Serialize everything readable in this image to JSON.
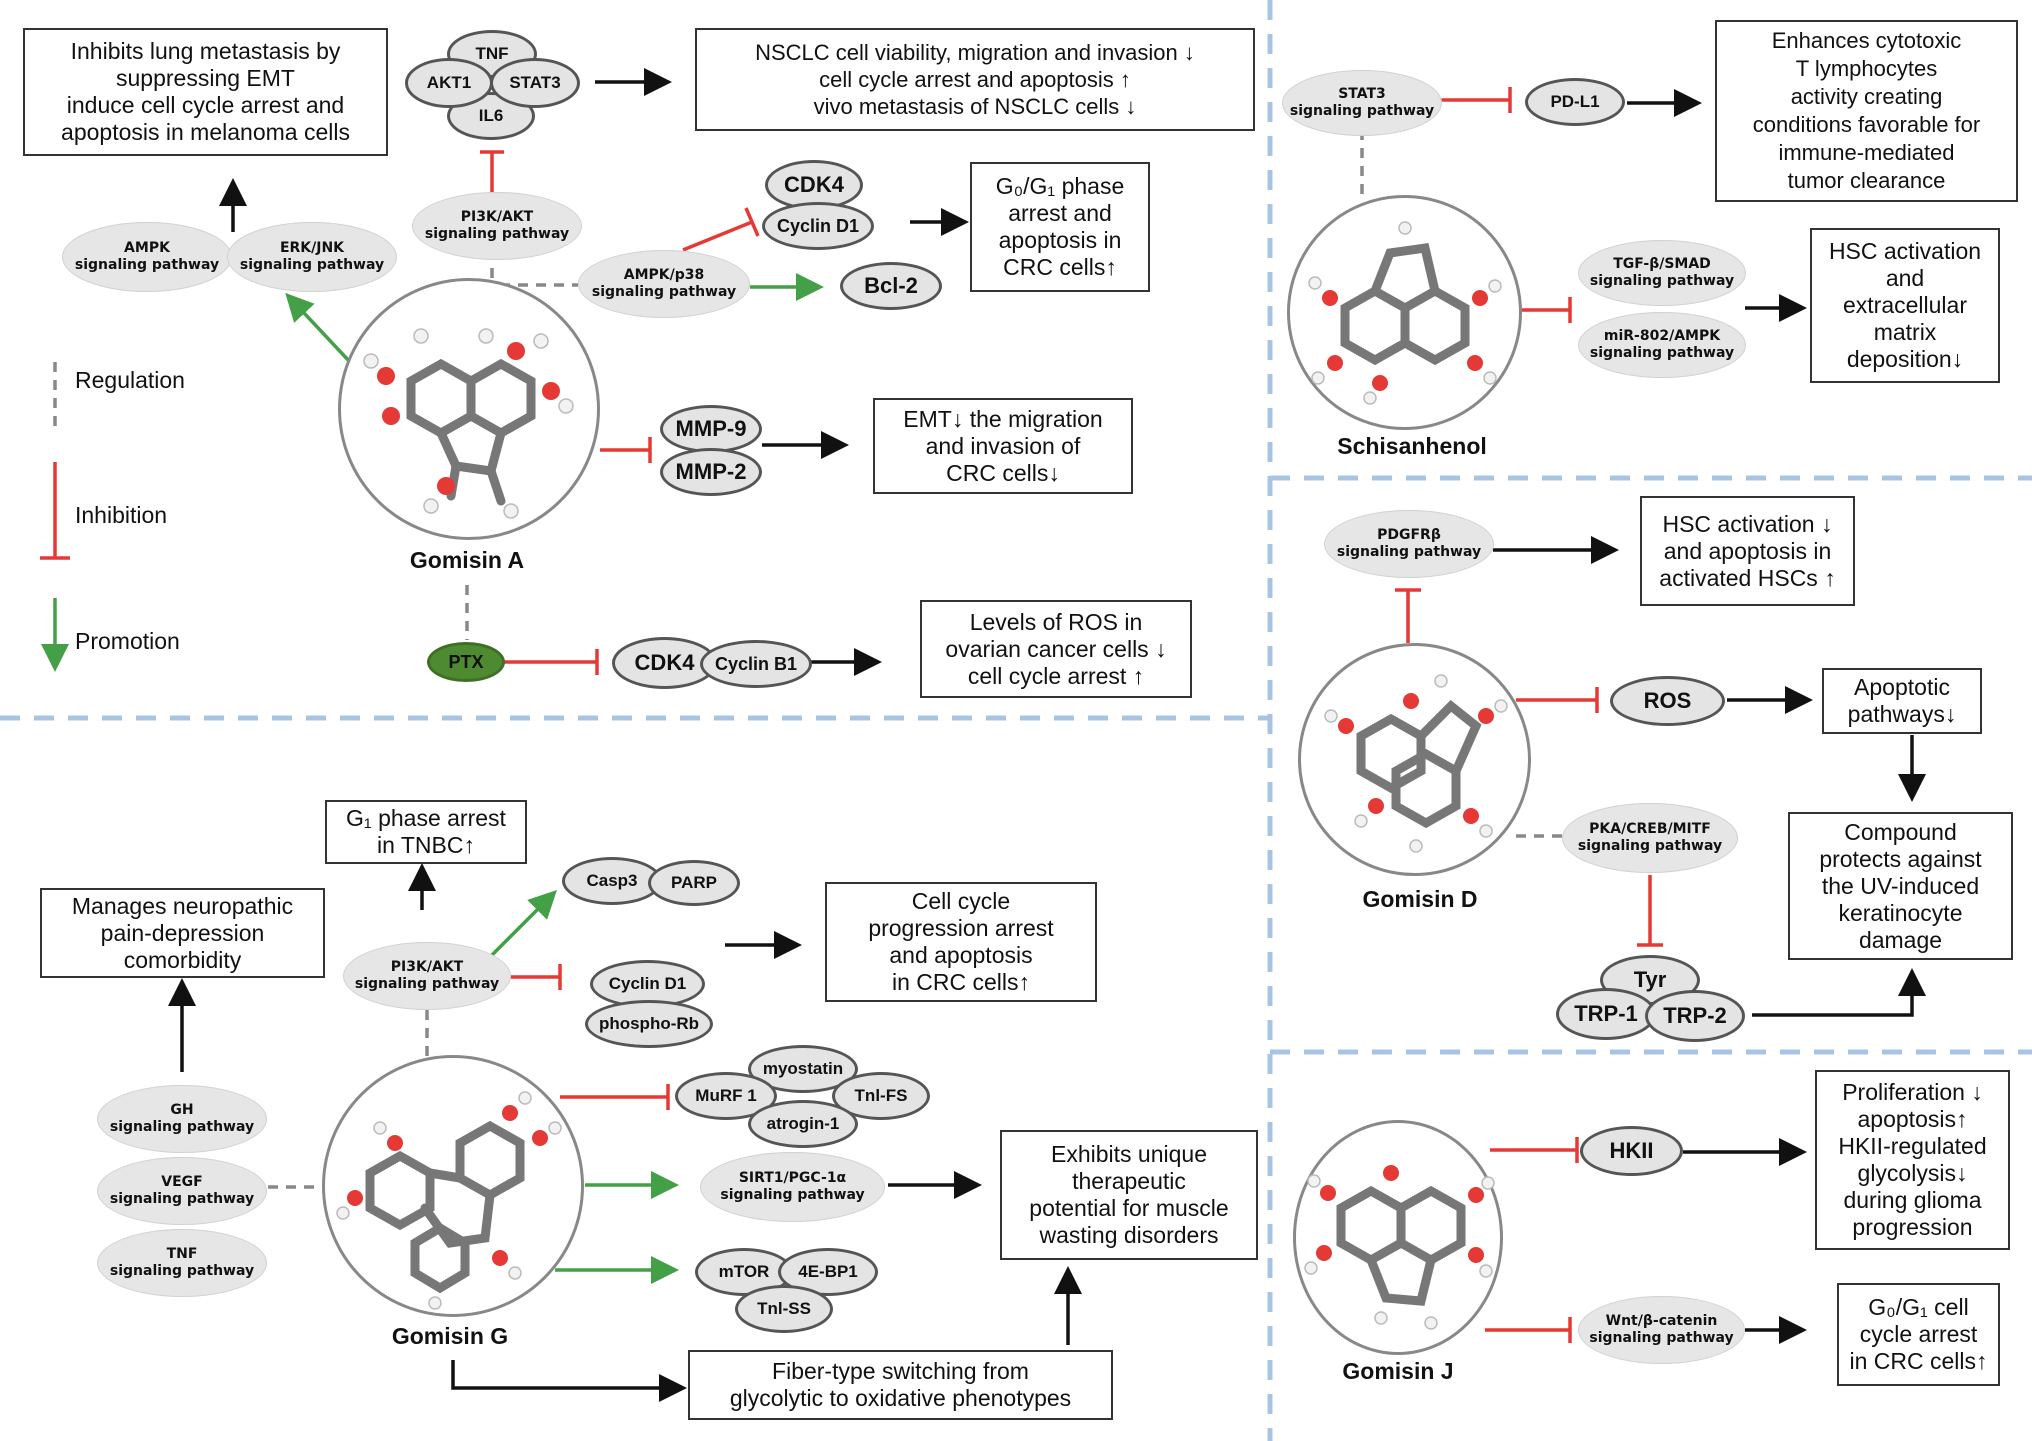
{
  "legend": {
    "regulation": "Regulation",
    "inhibition": "Inhibition",
    "promotion": "Promotion"
  },
  "colors": {
    "inhibition": "#e53935",
    "promotion": "#43a047",
    "regulation": "#888888",
    "divider": "#a8c4e4"
  },
  "gomisin_a": {
    "label": "Gomisin A",
    "box_melanoma": [
      "Inhibits lung metastasis by",
      "suppressing EMT",
      "induce cell cycle arrest and",
      "apoptosis in melanoma cells"
    ],
    "ampk": [
      "AMPK",
      "signaling pathway"
    ],
    "erk": [
      "ERK/JNK",
      "signaling pathway"
    ],
    "tnf": "TNF",
    "akt1": "AKT1",
    "stat3": "STAT3",
    "il6": "IL6",
    "box_nsclc": [
      "NSCLC cell viability, migration and invasion  ↓",
      "cell cycle arrest and apoptosis  ↑",
      "vivo metastasis of NSCLC cells ↓"
    ],
    "pi3k": [
      "PI3K/AKT",
      "signaling pathway"
    ],
    "ampk_p38": [
      "AMPK/p38",
      "signaling pathway"
    ],
    "cdk4": "CDK4",
    "cyclin_d1": "Cyclin D1",
    "bcl2": "Bcl-2",
    "box_crc": [
      "G₀/G₁ phase",
      "arrest and",
      "apoptosis in",
      "CRC cells↑"
    ],
    "mmp9": "MMP-9",
    "mmp2": "MMP-2",
    "box_emt": [
      "EMT↓ the migration",
      "and invasion of",
      "CRC cells↓"
    ],
    "ptx": "PTX",
    "cdk4_b": "CDK4",
    "cyclin_b1": "Cyclin B1",
    "box_ros": [
      "Levels of ROS in",
      "ovarian cancer cells ↓",
      "cell cycle arrest ↑"
    ]
  },
  "schisanhenol": {
    "label": "Schisanhenol",
    "stat3": [
      "STAT3",
      "signaling pathway"
    ],
    "pdl1": "PD-L1",
    "box_t": [
      "Enhances cytotoxic",
      "T lymphocytes",
      "activity creating",
      "conditions favorable for",
      "immune-mediated",
      "tumor clearance"
    ],
    "tgf": [
      "TGF-β/SMAD",
      "signaling pathway"
    ],
    "mir": [
      "miR-802/AMPK",
      "signaling pathway"
    ],
    "box_hsc": [
      "HSC activation",
      "and",
      "extracellular",
      "matrix",
      "deposition↓"
    ]
  },
  "gomisin_d": {
    "label": "Gomisin D",
    "pdgfr": [
      "PDGFRβ",
      "signaling pathway"
    ],
    "box_hsc": [
      "HSC activation ↓",
      "and apoptosis in",
      "activated HSCs ↑"
    ],
    "ros": "ROS",
    "box_apop": [
      "Apoptotic",
      "pathways↓"
    ],
    "pka": [
      "PKA/CREB/MITF",
      "signaling pathway"
    ],
    "box_uv": [
      "Compound",
      "protects against",
      "the UV-induced",
      "keratinocyte",
      "damage"
    ],
    "tyr": "Tyr",
    "trp1": "TRP-1",
    "trp2": "TRP-2"
  },
  "gomisin_g": {
    "label": "Gomisin G",
    "box_g1": [
      "G₁ phase arrest",
      "in TNBC↑"
    ],
    "box_pain": [
      "Manages neuropathic",
      "pain-depression",
      "comorbidity"
    ],
    "pi3k": [
      "PI3K/AKT",
      "signaling pathway"
    ],
    "casp3": "Casp3",
    "parp": "PARP",
    "cyclin_d1": "Cyclin D1",
    "phospho_rb": "phospho-Rb",
    "box_cell": [
      "Cell cycle",
      "progression arrest",
      "and apoptosis",
      "in CRC cells↑"
    ],
    "murf": "MuRF 1",
    "myostatin": "myostatin",
    "tnl_fs": "Tnl-FS",
    "atrogin": "atrogin-1",
    "sirt": [
      "SIRT1/PGC-1α",
      "signaling pathway"
    ],
    "mtor": "mTOR",
    "ebp1": "4E-BP1",
    "tnl_ss": "Tnl-SS",
    "box_muscle": [
      "Exhibits unique",
      "therapeutic",
      "potential for muscle",
      "wasting disorders"
    ],
    "gh": [
      "GH",
      "signaling pathway"
    ],
    "vegf": [
      "VEGF",
      "signaling pathway"
    ],
    "tnf": [
      "TNF",
      "signaling pathway"
    ],
    "box_fiber": [
      "Fiber-type switching from",
      "glycolytic to oxidative phenotypes"
    ]
  },
  "gomisin_j": {
    "label": "Gomisin J",
    "hkii": "HKII",
    "box_prolif": [
      "Proliferation ↓",
      "apoptosis↑",
      "HKII-regulated",
      "glycolysis↓",
      "during glioma",
      "progression"
    ],
    "wnt": [
      "Wnt/β-catenin",
      "signaling pathway"
    ],
    "box_g0": [
      "G₀/G₁ cell",
      "cycle arrest",
      "in CRC cells↑"
    ]
  }
}
